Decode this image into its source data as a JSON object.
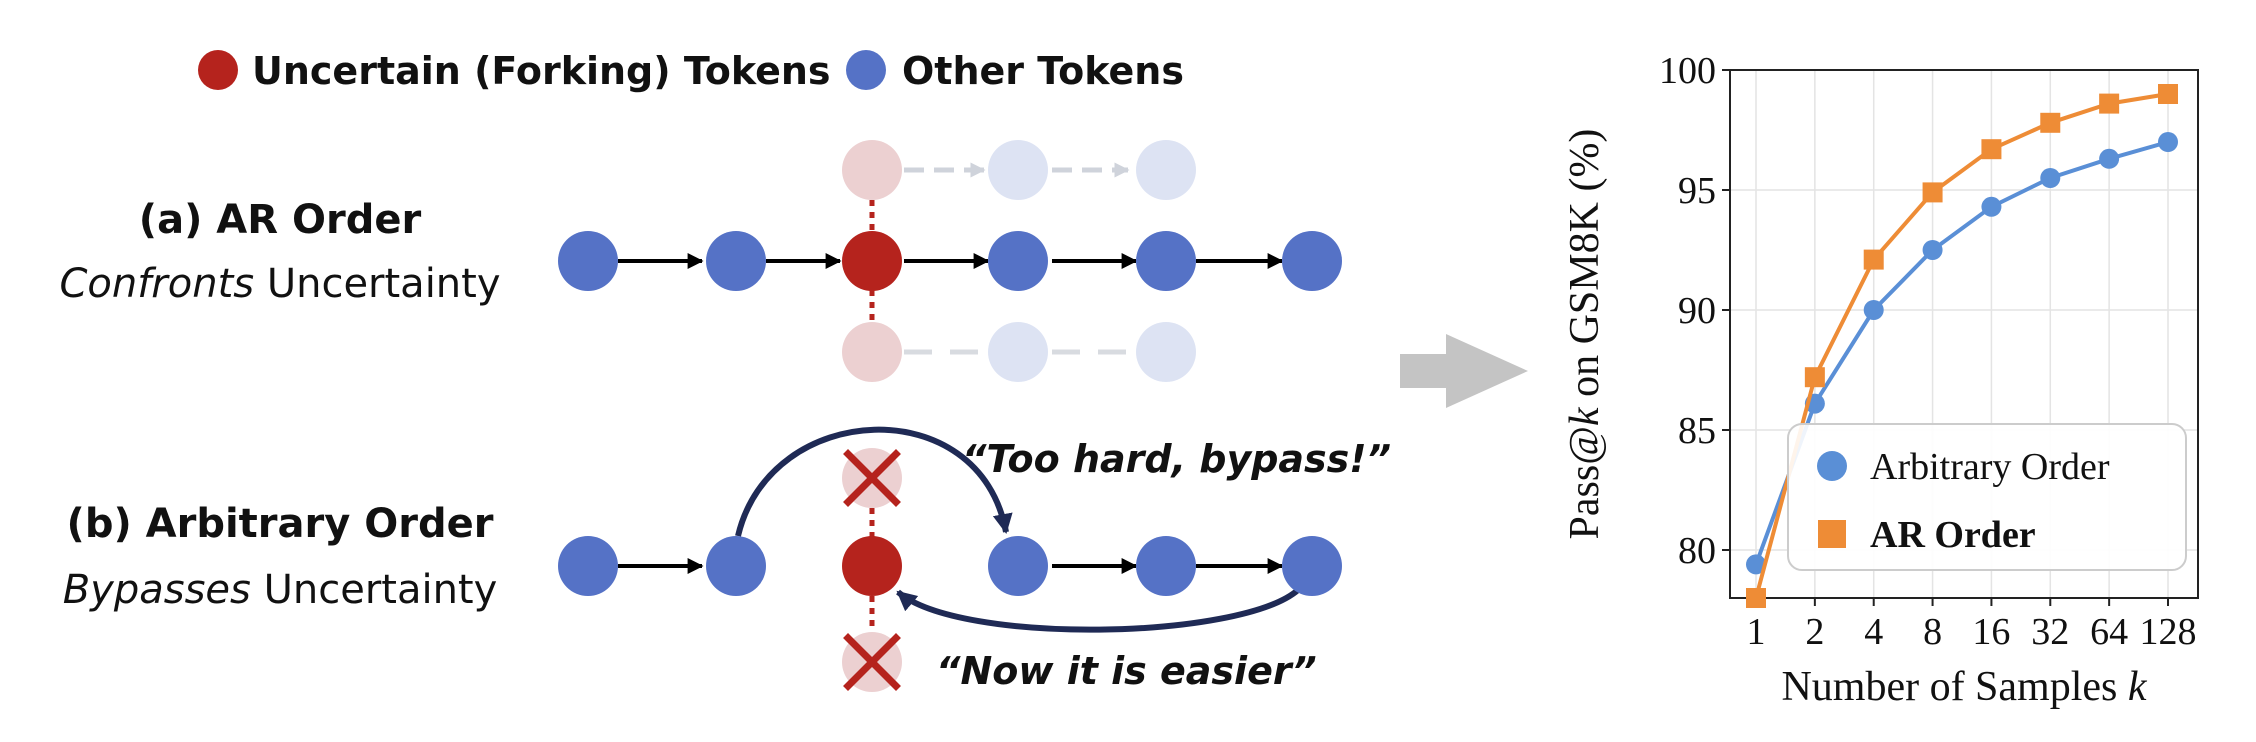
{
  "legend": {
    "uncertain_label": "Uncertain (Forking) Tokens",
    "other_label": "Other Tokens"
  },
  "panel_a": {
    "title": "(a) AR Order",
    "subtitle_italic": "Confronts",
    "subtitle_rest": " Uncertainty"
  },
  "panel_b": {
    "title": "(b) Arbitrary Order",
    "subtitle_italic": "Bypasses",
    "subtitle_rest": " Uncertainty",
    "quote_top": "“Too hard, bypass!”",
    "quote_bottom": "“Now it is easier”"
  },
  "colors": {
    "token_blue": "#5572c6",
    "token_red": "#b5231d",
    "faded_red": "#ecd0d1",
    "faded_blue": "#dde3f3",
    "arrow_dark": "#1f2a55",
    "series_arbitrary": "#5a8fd6",
    "series_ar": "#ee8c36"
  },
  "chart_data": {
    "type": "line",
    "xlabel_prefix": "Number of Samples ",
    "xlabel_var": "k",
    "ylabel_prefix": "Pass@",
    "ylabel_var": "k",
    "ylabel_suffix": " on GSM8K (%)",
    "categories": [
      "1",
      "2",
      "4",
      "8",
      "16",
      "32",
      "64",
      "128"
    ],
    "ylim": [
      78,
      100
    ],
    "yticks": [
      80,
      85,
      90,
      95,
      100
    ],
    "grid": true,
    "legend_position": "bottom-right",
    "series": [
      {
        "name": "Arbitrary Order",
        "marker": "circle",
        "color": "#5a8fd6",
        "bold": false,
        "values": [
          79.4,
          86.1,
          90.0,
          92.5,
          94.3,
          95.5,
          96.3,
          97.0
        ]
      },
      {
        "name": "AR Order",
        "marker": "square",
        "color": "#ee8c36",
        "bold": true,
        "values": [
          78.0,
          87.2,
          92.1,
          94.9,
          96.7,
          97.8,
          98.6,
          99.0
        ]
      }
    ]
  }
}
